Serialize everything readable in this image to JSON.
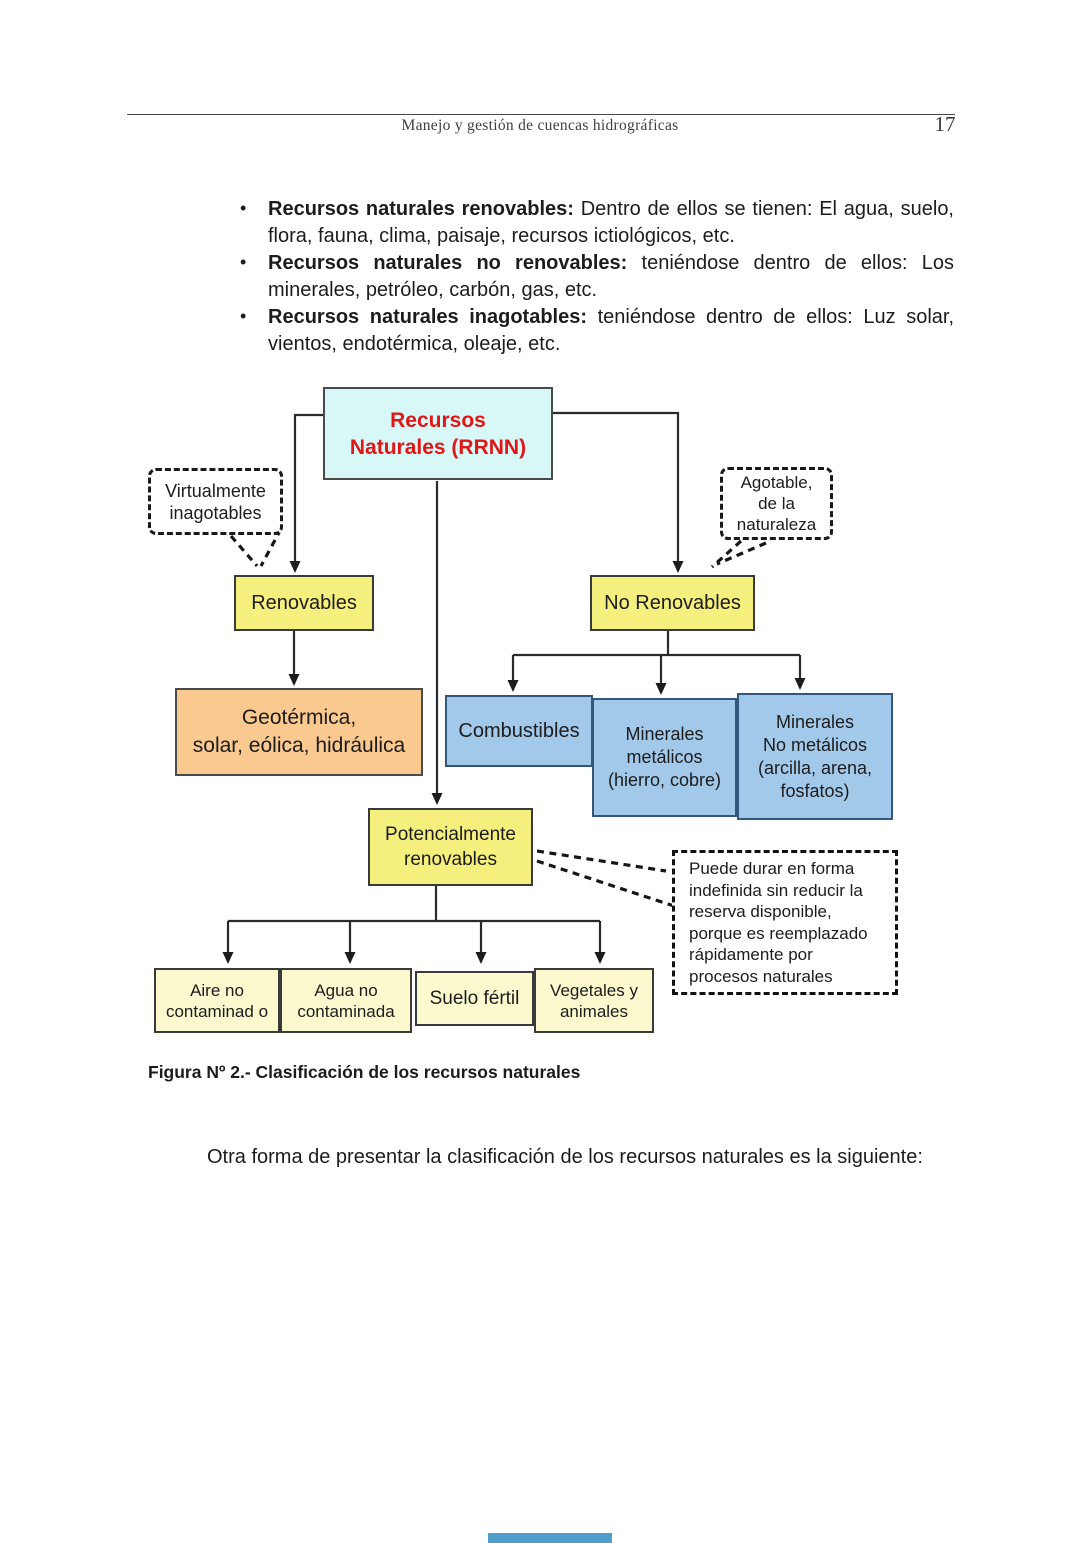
{
  "header": {
    "title": "Manejo y gestión de cuencas hidrográficas",
    "page_number": "17"
  },
  "bullet_glyph": "•",
  "bullets": [
    {
      "lead": "Recursos naturales renovables:",
      "body": "Dentro de ellos se tienen: El agua, suelo, flora, fauna, clima, paisaje, recursos ictiológicos, etc."
    },
    {
      "lead": "Recursos naturales no renovables:",
      "body": "teniéndose dentro de ellos: Los minerales, petróleo, carbón, gas, etc."
    },
    {
      "lead": "Recursos naturales inagotables:",
      "body": "teniéndose dentro de ellos: Luz solar, vientos, endotérmica, oleaje, etc."
    }
  ],
  "diagram": {
    "root": {
      "line1": "Recursos",
      "line2": "Naturales (RRNN)"
    },
    "callout_left": {
      "line1": "Virtualmente",
      "line2": "inagotables"
    },
    "callout_right": {
      "line1": "Agotable,",
      "line2": "de la",
      "line3": "naturaleza"
    },
    "renovables": {
      "label": "Renovables"
    },
    "no_renovables": {
      "label": "No Renovables"
    },
    "geotermica": {
      "line1": "Geotérmica,",
      "line2": "solar, eólica, hidráulica"
    },
    "combustibles": {
      "label": "Combustibles"
    },
    "minerales_metalicos": {
      "line1": "Minerales",
      "line2": "metálicos",
      "line3": "(hierro, cobre)"
    },
    "minerales_no_metalicos": {
      "line1": "Minerales",
      "line2": "No metálicos",
      "line3": "(arcilla, arena,",
      "line4": "fosfatos)"
    },
    "potencialmente": {
      "line1": "Potencialmente",
      "line2": "renovables"
    },
    "nota": {
      "line1": "Puede durar en forma",
      "line2": "indefinida sin reducir la",
      "line3": "reserva disponible,",
      "line4": "porque es reemplazado",
      "line5": "rápidamente por",
      "line6": "procesos naturales"
    },
    "aire": {
      "line1": "Aire no",
      "line2": "contaminad o"
    },
    "agua": {
      "line1": "Agua no",
      "line2": "contaminada"
    },
    "suelo": {
      "label": "Suelo fértil"
    },
    "vegetales": {
      "line1": "Vegetales y",
      "line2": "animales"
    }
  },
  "caption": "Figura Nº 2.- Clasificación de los recursos naturales",
  "closing": "Otra forma de presentar la clasificación de los recursos naturales es la siguiente:",
  "colors": {
    "root-bg": "#d8f7f7",
    "root-text": "#e01616",
    "yellow": "#f5ef7d",
    "pale-yellow": "#fcf9cf",
    "orange": "#fac98f",
    "blue": "#a3c9ea",
    "ink": "#1c1c1c",
    "line": "#2a2a2a",
    "bar": "#4f9fca"
  }
}
